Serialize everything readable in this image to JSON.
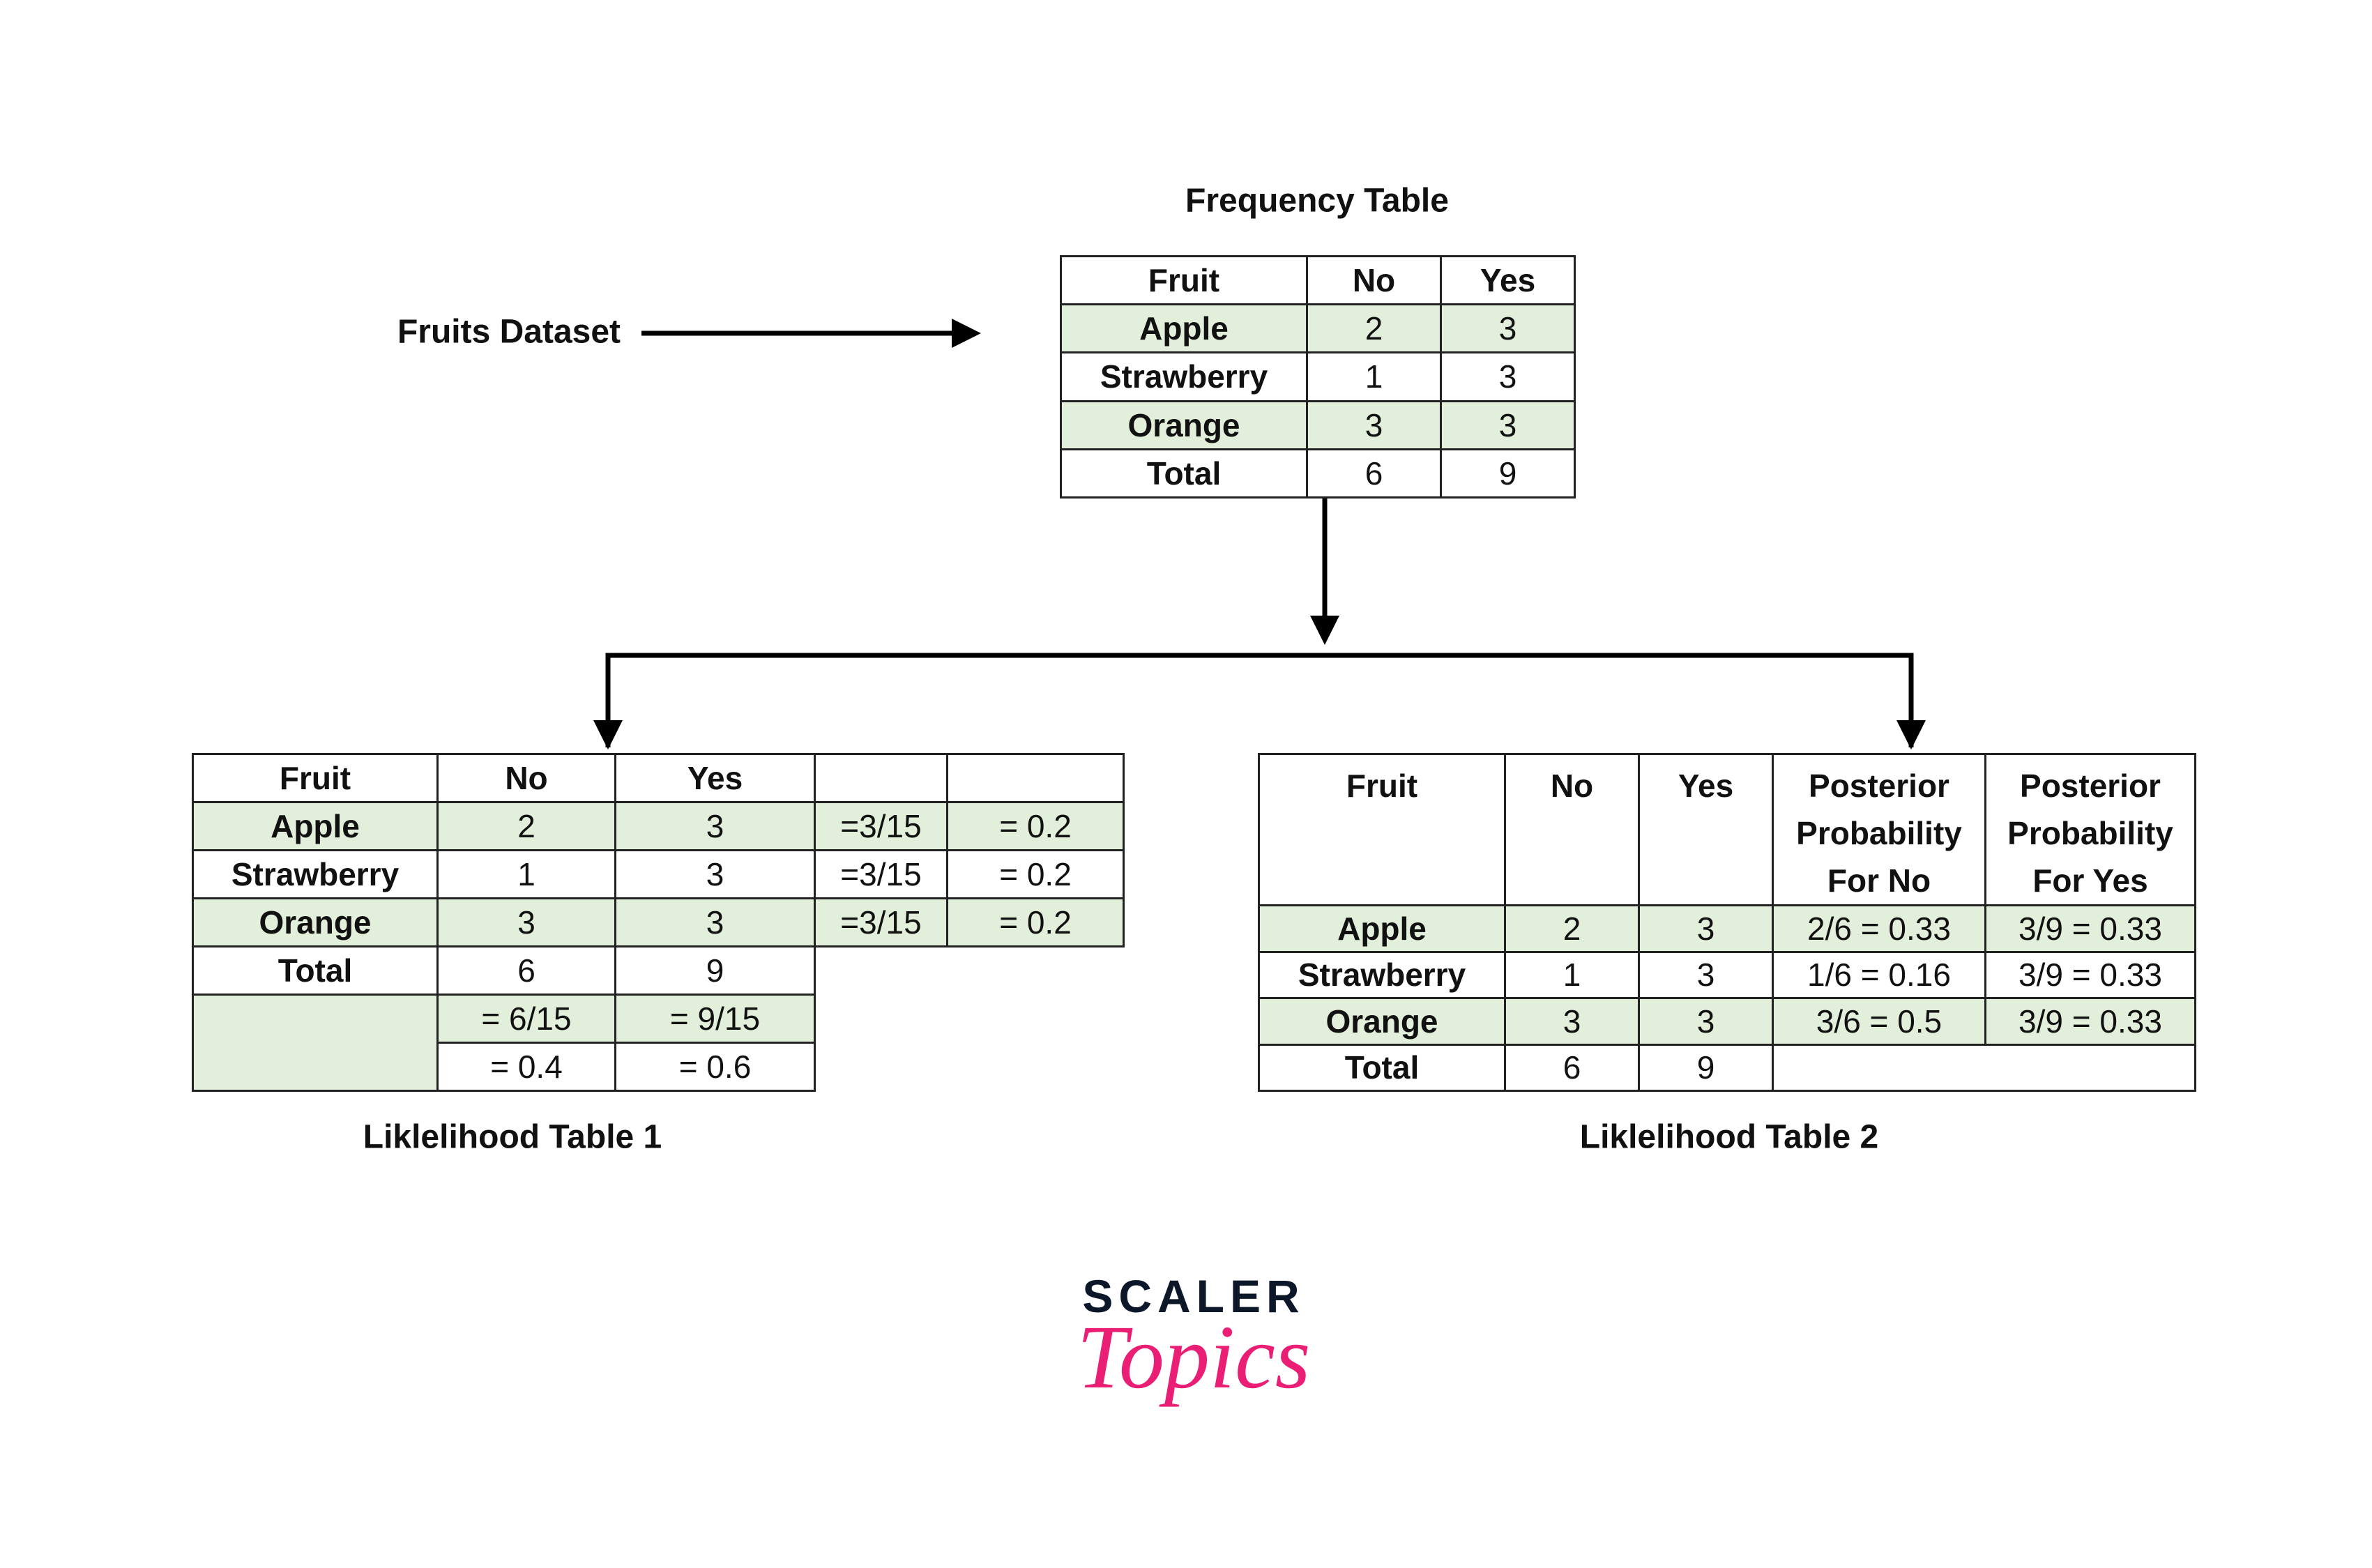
{
  "frequency_table": {
    "title": "Frequency Table",
    "headers": [
      "Fruit",
      "No",
      "Yes"
    ],
    "rows": [
      [
        "Apple",
        "2",
        "3"
      ],
      [
        "Strawberry",
        "1",
        "3"
      ],
      [
        "Orange",
        "3",
        "3"
      ],
      [
        "Total",
        "6",
        "9"
      ]
    ]
  },
  "dataset_label": "Fruits Dataset",
  "likelihood_table_1": {
    "caption": "Liklelihood Table 1",
    "headers": [
      "Fruit",
      "No",
      "Yes",
      "",
      ""
    ],
    "rows": [
      [
        "Apple",
        "2",
        "3",
        "=3/15",
        "= 0.2"
      ],
      [
        "Strawberry",
        "1",
        "3",
        "=3/15",
        "= 0.2"
      ],
      [
        "Orange",
        "3",
        "3",
        "=3/15",
        "= 0.2"
      ],
      [
        "Total",
        "6",
        "9"
      ]
    ],
    "prior_fraction": [
      "= 6/15",
      "= 9/15"
    ],
    "prior_value": [
      "= 0.4",
      "= 0.6"
    ]
  },
  "likelihood_table_2": {
    "caption": "Liklelihood Table 2",
    "headers": [
      "Fruit",
      "No",
      "Yes",
      "Posterior Probability For No",
      "Posterior Probability For Yes"
    ],
    "rows": [
      [
        "Apple",
        "2",
        "3",
        "2/6 = 0.33",
        "3/9 = 0.33"
      ],
      [
        "Strawberry",
        "1",
        "3",
        "1/6 = 0.16",
        "3/9 = 0.33"
      ],
      [
        "Orange",
        "3",
        "3",
        "3/6 = 0.5",
        "3/9 = 0.33"
      ],
      [
        "Total",
        "6",
        "9"
      ]
    ]
  },
  "logo": {
    "line1": "SCALER",
    "line2": "Topics"
  },
  "colors": {
    "green": "#e2efda",
    "brand_dark": "#0c1729",
    "brand_pink": "#e91e74"
  }
}
